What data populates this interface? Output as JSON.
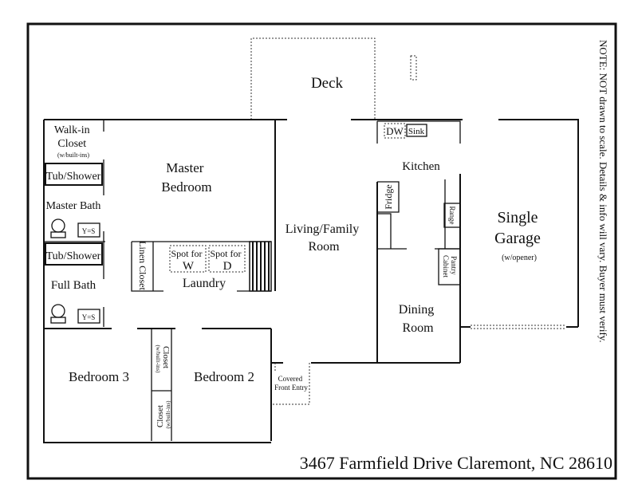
{
  "rooms": {
    "deck": "Deck",
    "walk_in_closet": [
      "Walk-in",
      "Closet",
      "(w/built-ins)"
    ],
    "master_bedroom": [
      "Master",
      "Bedroom"
    ],
    "tub_shower_1": "Tub/Shower",
    "master_bath": "Master Bath",
    "tub_shower_2": "Tub/Shower",
    "full_bath": "Full Bath",
    "linen_closet": "Linen Closet",
    "washer_spot": [
      "Spot for",
      "W"
    ],
    "dryer_spot": [
      "Spot for",
      "D"
    ],
    "laundry": "Laundry",
    "living_room": [
      "Living/Family",
      "Room"
    ],
    "kitchen": "Kitchen",
    "dishwasher": "DW",
    "sink": "Sink",
    "fridge": "Fridge",
    "range": "Range",
    "pantry": [
      "Pantry",
      "Cabinet"
    ],
    "dining_room": [
      "Dining",
      "Room"
    ],
    "garage": [
      "Single",
      "Garage",
      "(w/opener)"
    ],
    "bedroom_3": "Bedroom 3",
    "bedroom_2": "Bedroom 2",
    "closet_1": [
      "Closet",
      "(w/built-ins)"
    ],
    "closet_2": [
      "Closet",
      "(w/built-ins)"
    ],
    "front_entry": [
      "Covered",
      "Front Entry"
    ],
    "vanity_label": "Y=S"
  },
  "note": "NOTE: NOT drawn to scale. Details & info will vary.  Buyer must verify.",
  "address": "3467 Farmfield Drive Claremont, NC  28610"
}
